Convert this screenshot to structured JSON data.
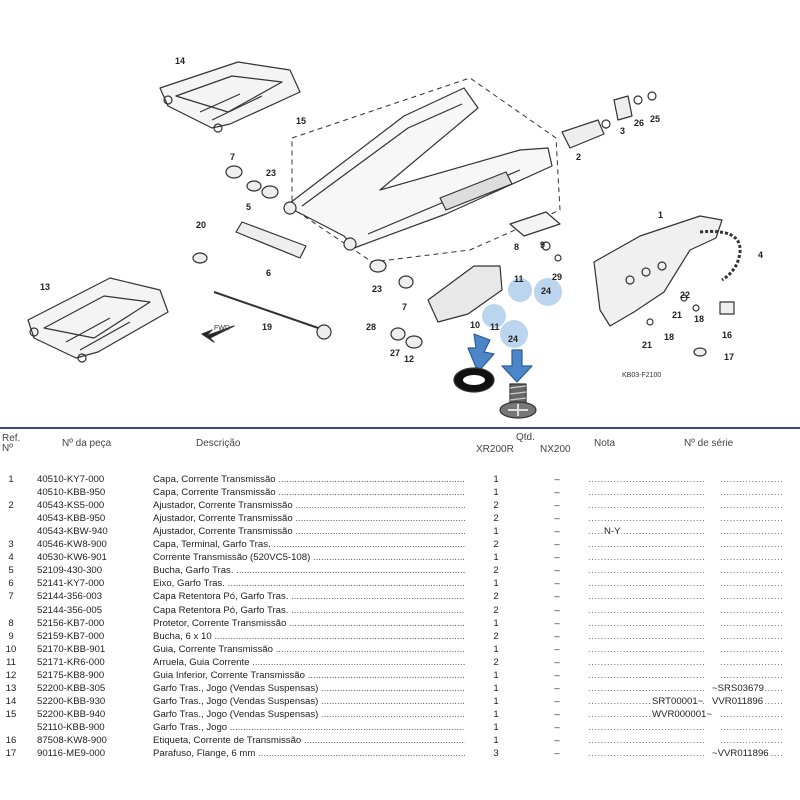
{
  "diagram": {
    "code": "KB03-F2100",
    "fwd": "FWD",
    "callouts": [
      "14",
      "15",
      "13",
      "7",
      "5",
      "23",
      "20",
      "6",
      "19",
      "1",
      "2",
      "3",
      "26",
      "25",
      "4",
      "8",
      "9",
      "29",
      "10",
      "11",
      "24",
      "22",
      "18",
      "21",
      "16",
      "17",
      "27",
      "28",
      "12"
    ]
  },
  "table": {
    "headers": {
      "ref": "Ref. Nº",
      "part": "Nº da peça",
      "desc": "Descrição",
      "qtd": "Qtd.",
      "m1": "XR200R",
      "m2": "NX200",
      "nota": "Nota",
      "serie": "Nº de série"
    },
    "rows": [
      {
        "ref": "1",
        "part": "40510-KY7-000",
        "desc": "Capa, Corrente Transmissão",
        "q1": "1",
        "q2": "–",
        "nota": "",
        "s1": "",
        "s2": ""
      },
      {
        "ref": "",
        "part": "40510-KBB-950",
        "desc": "Capa, Corrente Transmissão",
        "q1": "1",
        "q2": "–",
        "nota": "",
        "s1": "",
        "s2": ""
      },
      {
        "ref": "2",
        "part": "40543-KS5-000",
        "desc": "Ajustador, Corrente Transmissão",
        "q1": "2",
        "q2": "–",
        "nota": "",
        "s1": "",
        "s2": ""
      },
      {
        "ref": "",
        "part": "40543-KBB-950",
        "desc": "Ajustador, Corrente Transmissão",
        "q1": "2",
        "q2": "–",
        "nota": "",
        "s1": "",
        "s2": ""
      },
      {
        "ref": "",
        "part": "40543-KBW-940",
        "desc": "Ajustador, Corrente Transmissão",
        "q1": "1",
        "q2": "–",
        "nota": "N-Y",
        "s1": "",
        "s2": ""
      },
      {
        "ref": "3",
        "part": "40546-KW8-900",
        "desc": "Capa, Terminal, Garfo Tras.",
        "q1": "2",
        "q2": "–",
        "nota": "",
        "s1": "",
        "s2": ""
      },
      {
        "ref": "4",
        "part": "40530-KW6-901",
        "desc": "Corrente Transmissão (520VC5-108)",
        "q1": "1",
        "q2": "–",
        "nota": "",
        "s1": "",
        "s2": ""
      },
      {
        "ref": "5",
        "part": "52109-430-300",
        "desc": "Bucha, Garfo Tras.",
        "q1": "2",
        "q2": "–",
        "nota": "",
        "s1": "",
        "s2": ""
      },
      {
        "ref": "6",
        "part": "52141-KY7-000",
        "desc": "Eixo, Garfo Tras.",
        "q1": "1",
        "q2": "–",
        "nota": "",
        "s1": "",
        "s2": ""
      },
      {
        "ref": "7",
        "part": "52144-356-003",
        "desc": "Capa Retentora Pó, Garfo Tras.",
        "q1": "2",
        "q2": "–",
        "nota": "",
        "s1": "",
        "s2": ""
      },
      {
        "ref": "",
        "part": "52144-356-005",
        "desc": "Capa Retentora Pó, Garfo Tras.",
        "q1": "2",
        "q2": "–",
        "nota": "",
        "s1": "",
        "s2": ""
      },
      {
        "ref": "8",
        "part": "52156-KB7-000",
        "desc": "Protetor, Corrente Transmissão",
        "q1": "1",
        "q2": "–",
        "nota": "",
        "s1": "",
        "s2": ""
      },
      {
        "ref": "9",
        "part": "52159-KB7-000",
        "desc": "Bucha, 6 x 10",
        "q1": "2",
        "q2": "–",
        "nota": "",
        "s1": "",
        "s2": ""
      },
      {
        "ref": "10",
        "part": "52170-KBB-901",
        "desc": "Guia, Corrente Transmissão",
        "q1": "1",
        "q2": "–",
        "nota": "",
        "s1": "",
        "s2": ""
      },
      {
        "ref": "11",
        "part": "52171-KR6-000",
        "desc": "Arruela, Guia  Corrente",
        "q1": "2",
        "q2": "–",
        "nota": "",
        "s1": "",
        "s2": ""
      },
      {
        "ref": "12",
        "part": "52175-KB8-900",
        "desc": "Guia Inferior, Corrente Transmissão",
        "q1": "1",
        "q2": "–",
        "nota": "",
        "s1": "",
        "s2": ""
      },
      {
        "ref": "13",
        "part": "52200-KBB-305",
        "desc": "Garfo Tras., Jogo (Vendas Suspensas)",
        "q1": "1",
        "q2": "–",
        "nota": "",
        "s1": "",
        "s2": "~SRS03679"
      },
      {
        "ref": "14",
        "part": "52200-KBB-930",
        "desc": "Garfo Tras., Jogo (Vendas Suspensas)",
        "q1": "1",
        "q2": "–",
        "nota": "",
        "s1": "SRT00001~",
        "s2": "VVR011896"
      },
      {
        "ref": "15",
        "part": "52200-KBB-940",
        "desc": "Garfo Tras., Jogo (Vendas Suspensas)",
        "q1": "1",
        "q2": "–",
        "nota": "",
        "s1": "WVR000001~",
        "s2": ""
      },
      {
        "ref": "",
        "part": "52110-KBB-900",
        "desc": "Garfo Tras., Jogo",
        "q1": "1",
        "q2": "–",
        "nota": "",
        "s1": "",
        "s2": ""
      },
      {
        "ref": "16",
        "part": "87508-KW8-900",
        "desc": "Etiqueta, Corrente de Transmissão",
        "q1": "1",
        "q2": "–",
        "nota": "",
        "s1": "",
        "s2": ""
      },
      {
        "ref": "17",
        "part": "90116-ME9-000",
        "desc": "Parafuso, Flange, 6 mm",
        "q1": "3",
        "q2": "–",
        "nota": "",
        "s1": "",
        "s2": "~VVR011896"
      }
    ]
  }
}
